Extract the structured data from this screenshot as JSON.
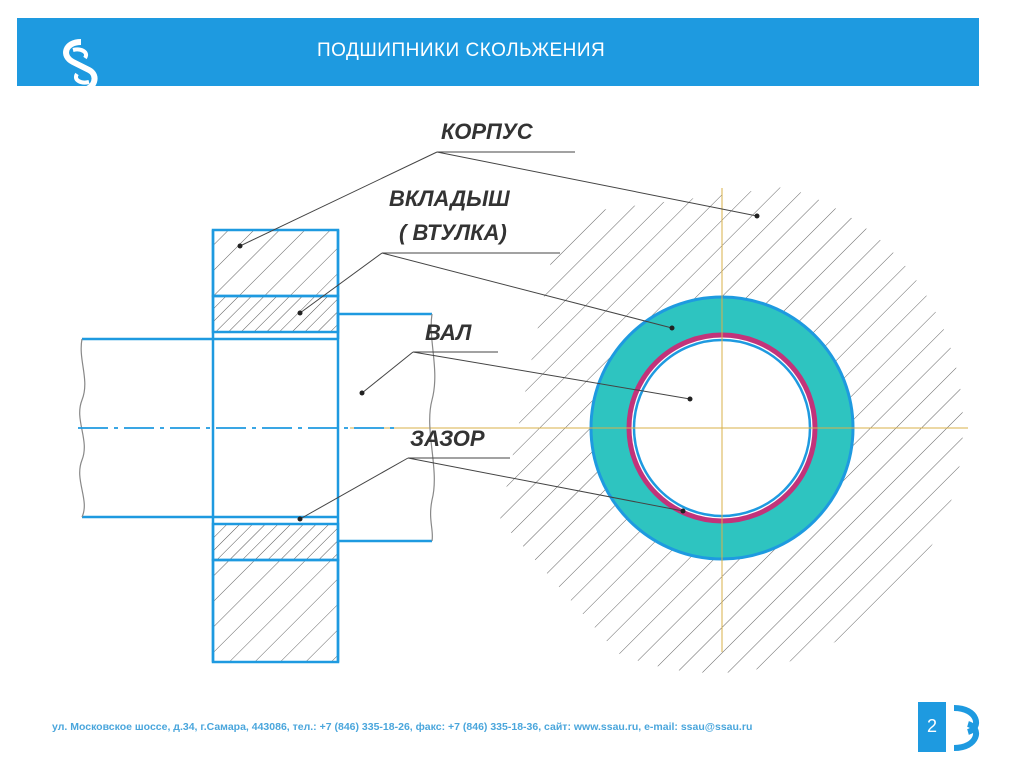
{
  "header": {
    "title": "ПОДШИПНИКИ СКОЛЬЖЕНИЯ"
  },
  "labels": {
    "housing": "КОРПУС",
    "liner": "ВКЛАДЫШ",
    "liner_alt": "( ВТУЛКА)",
    "shaft": "ВАЛ",
    "gap": "ЗАЗОР"
  },
  "footer": {
    "contacts": "ул. Московское шоссе, д.34, г.Самара, 443086, тел.: +7 (846) 335-18-26, факс: +7 (846) 335-18-36, сайт: www.ssau.ru, e-mail: ssau@ssau.ru",
    "page_number": "2"
  },
  "colors": {
    "brand_blue": "#1e9ae0",
    "liner_fill": "#2ec4c0",
    "gap_ring": "#c2337a",
    "axis": "#d9b04a"
  }
}
